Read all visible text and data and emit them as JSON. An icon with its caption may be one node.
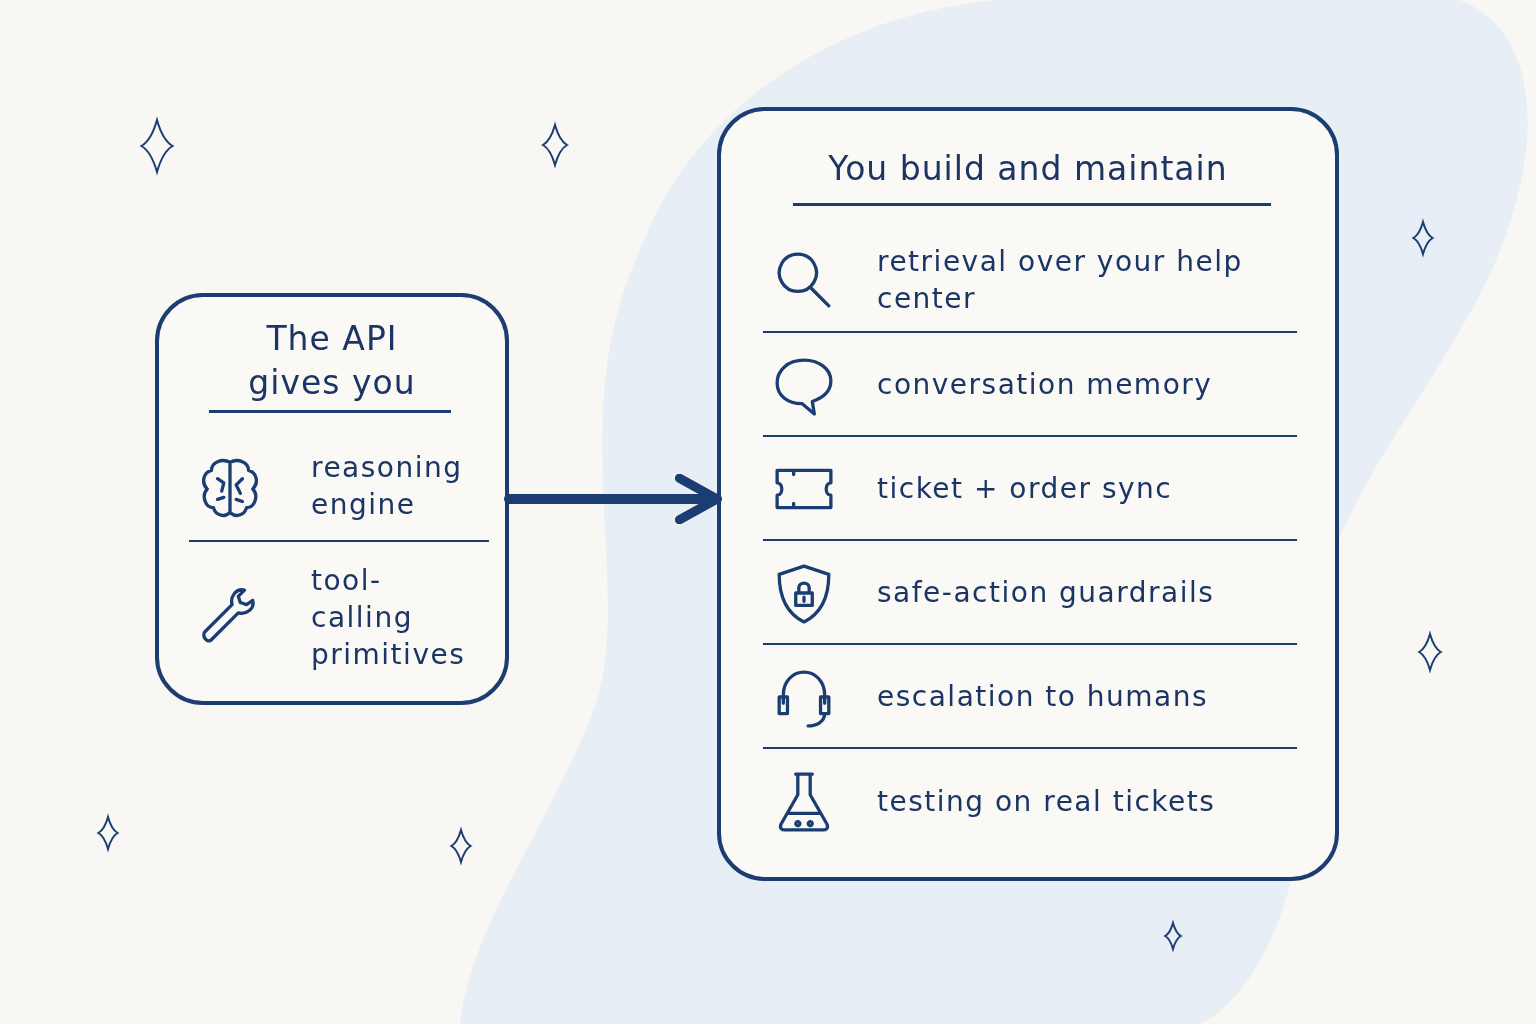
{
  "diagram": {
    "nodes": [
      {
        "text": [
          "The API gives you"
        ]
      },
      {
        "text": [
          "reasoning engine"
        ],
        "in": 0
      },
      {
        "text": [
          "tool-calling primitives"
        ],
        "in": 0
      },
      {
        "text": [
          "You build and maintain"
        ]
      },
      {
        "text": [
          "retrieval over your help center"
        ],
        "in": 3
      },
      {
        "text": [
          "conversation memory"
        ],
        "in": 3
      },
      {
        "text": [
          "ticket + order sync"
        ],
        "in": 3
      },
      {
        "text": [
          "safe-action guardrails"
        ],
        "in": 3
      },
      {
        "text": [
          "escalation to humans"
        ],
        "in": 3
      },
      {
        "text": [
          "testing on real tickets"
        ],
        "in": 3
      }
    ],
    "edges": [
      {
        "from": 0,
        "to": 3,
        "arrow": "to"
      }
    ]
  }
}
